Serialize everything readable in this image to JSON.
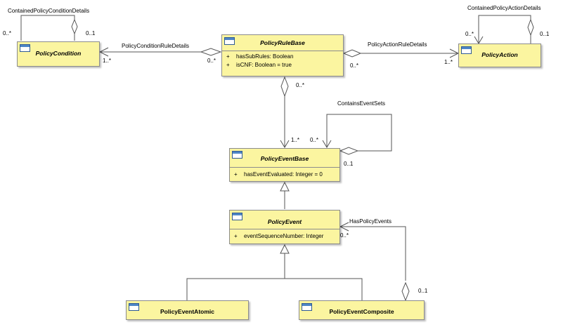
{
  "classes": {
    "policy_condition": {
      "name": "PolicyCondition"
    },
    "policy_rule_base": {
      "name": "PolicyRuleBase",
      "attributes": [
        {
          "visibility": "+",
          "text": "hasSubRules: Boolean"
        },
        {
          "visibility": "+",
          "text": "isCNF: Boolean = true"
        }
      ]
    },
    "policy_action": {
      "name": "PolicyAction"
    },
    "policy_event_base": {
      "name": "PolicyEventBase",
      "attributes": [
        {
          "visibility": "+",
          "text": "hasEventEvaluated: Integer = 0"
        }
      ]
    },
    "policy_event": {
      "name": "PolicyEvent",
      "attributes": [
        {
          "visibility": "+",
          "text": "eventSequenceNumber: Integer"
        }
      ]
    },
    "policy_event_atomic": {
      "name": "PolicyEventAtomic"
    },
    "policy_event_composite": {
      "name": "PolicyEventComposite"
    }
  },
  "associations": {
    "contained_policy_condition_details": {
      "name": "ContainedPolicyConditionDetails",
      "mult_a": "0..*",
      "mult_b": "0..1"
    },
    "policy_condition_rule_details": {
      "name": "PolicyConditionRuleDetails",
      "mult_a": "1..*",
      "mult_b": "0..*"
    },
    "policy_action_rule_details": {
      "name": "PolicyActionRuleDetails",
      "mult_a": "0..*",
      "mult_b": "1..*"
    },
    "contained_policy_action_details": {
      "name": "ContainedPolicyActionDetails",
      "mult_a": "0..*",
      "mult_b": "0..1"
    },
    "rule_base_event_base": {
      "mult_a": "0..*",
      "mult_b": "1..*"
    },
    "contains_event_sets": {
      "name": "ContainsEventSets",
      "mult_a": "0..*",
      "mult_b": "0..1"
    },
    "has_policy_events": {
      "name": "HasPolicyEvents",
      "mult_a": "0..*",
      "mult_b": "0..1"
    }
  }
}
